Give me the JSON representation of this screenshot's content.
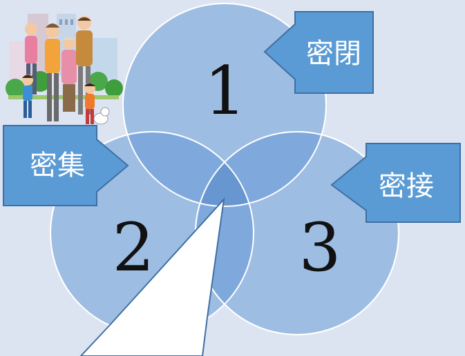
{
  "diagram": {
    "numbers": {
      "one": "1",
      "two": "2",
      "three": "3"
    },
    "tags": {
      "closed": "密閉",
      "crowded": "密集",
      "close_contact": "密接"
    }
  },
  "colors": {
    "background": "#dce3f1",
    "circle_fill": "#9dbde3",
    "circle_stroke": "#ffffff",
    "overlap": "#6f9fd6",
    "tag_fill": "#5b9bd5",
    "tag_stroke": "#3e6fa3",
    "callout_fill": "#ffffff",
    "callout_stroke": "#3e6fa3"
  },
  "illustration": {
    "icon": "family-group-icon"
  }
}
